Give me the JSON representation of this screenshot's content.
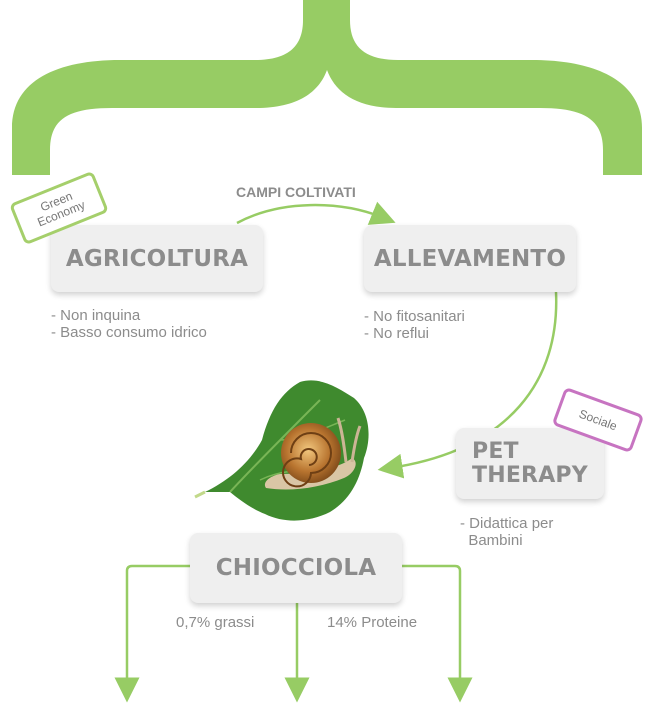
{
  "colors": {
    "green": "#97cc64",
    "card_bg": "#efefef",
    "text_gray": "#8c8c8c",
    "tag_green_border": "#a5cf6b",
    "tag_purple_border": "#c774c1"
  },
  "arrow_label": "CAMPI COLTIVATI",
  "nodes": {
    "agricoltura": {
      "title": "AGRICOLTURA",
      "tag": [
        "Green",
        "Economy"
      ],
      "bullets": [
        "- Non inquina",
        "- Basso consumo idrico"
      ]
    },
    "allevamento": {
      "title": "ALLEVAMENTO",
      "bullets": [
        "- No fitosanitari",
        "- No reflui"
      ]
    },
    "pet_therapy": {
      "title_lines": [
        "PET",
        "THERAPY"
      ],
      "tag": "Sociale",
      "bullets": [
        "- Didattica per",
        "  Bambini"
      ]
    },
    "chiocciola": {
      "title": "CHIOCCIOLA",
      "notes": [
        "0,7% grassi",
        "14% Proteine"
      ]
    }
  },
  "icons": [
    "curly-brace-icon",
    "snail-on-leaf-icon"
  ]
}
